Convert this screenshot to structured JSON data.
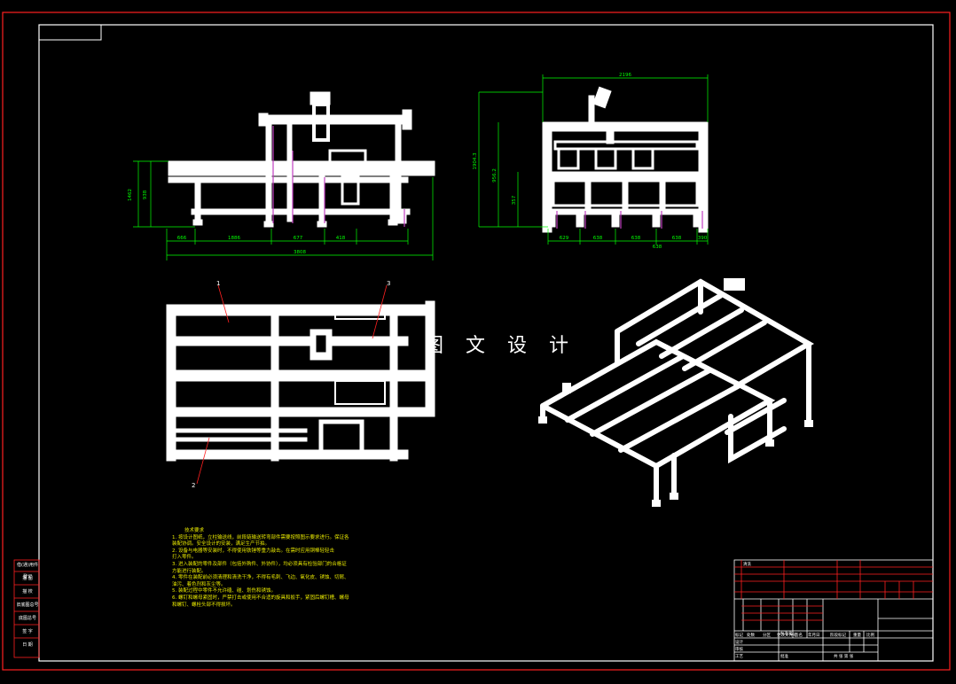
{
  "colors": {
    "background": "#000000",
    "frame": "#ff2020",
    "geometry": "#ffffff",
    "dimension": "#00ff00",
    "notes": "#e8e800",
    "detail": "#c040c0"
  },
  "watermark": "图 文 设 计",
  "balloons": [
    "1",
    "2",
    "3"
  ],
  "front_dims": {
    "vertical": [
      "1462",
      "938"
    ],
    "horizontal": [
      "666",
      "1886",
      "677",
      "418"
    ],
    "overall": "3808"
  },
  "side_dims": {
    "top": "2196",
    "vertical": [
      "1904.3",
      "956.2",
      "357"
    ],
    "bottom": [
      "629",
      "638",
      "638",
      "638",
      "638",
      "390"
    ]
  },
  "tech_notes": {
    "title": "技术要求",
    "lines": [
      "1. 按设计图纸，立柱输送线，前段链输送转弯部件需要按照图示要求进行。保证各",
      "   装配协调。安全设计的安装，满足生产节拍。",
      "2. 设备与电器等安装时，不得使用铁锤等重力敲击。在需时应用铜棒轻轻击",
      "   打入零件。",
      "3. 进入装配的零件及部件（包括外购件、外协件），均必须具有检验部门的合格证",
      "   方能进行装配。",
      "4. 零件在装配前必须清理和清洗干净，不得有毛刺、飞边、氧化皮、锈蚀、切屑、",
      "   油污、着色剂和灰尘等。",
      "5. 装配过程中零件不允许磕、碰、划伤和锈蚀。",
      "6. 螺钉和螺母紧固时，严禁打击或使用不合适的旋具和扳手，紧固后螺钉槽、螺母",
      "   和螺钉、螺栓头部不得损坏。"
    ]
  },
  "side_table": [
    "借(通)用件登记",
    "描 图",
    "描 校",
    "旧底图总号",
    "底图总号",
    "签 字",
    "日 期"
  ],
  "title_block": {
    "rows": [
      "清洗",
      "标记",
      "处数",
      "分区",
      "更改文件号",
      "签名",
      "年月日"
    ],
    "stage": [
      "阶段标记",
      "重量",
      "比例"
    ],
    "roles": [
      "设计",
      "标准化",
      "审核",
      "工艺",
      "批准"
    ],
    "sheet": "共 张 第 张"
  }
}
